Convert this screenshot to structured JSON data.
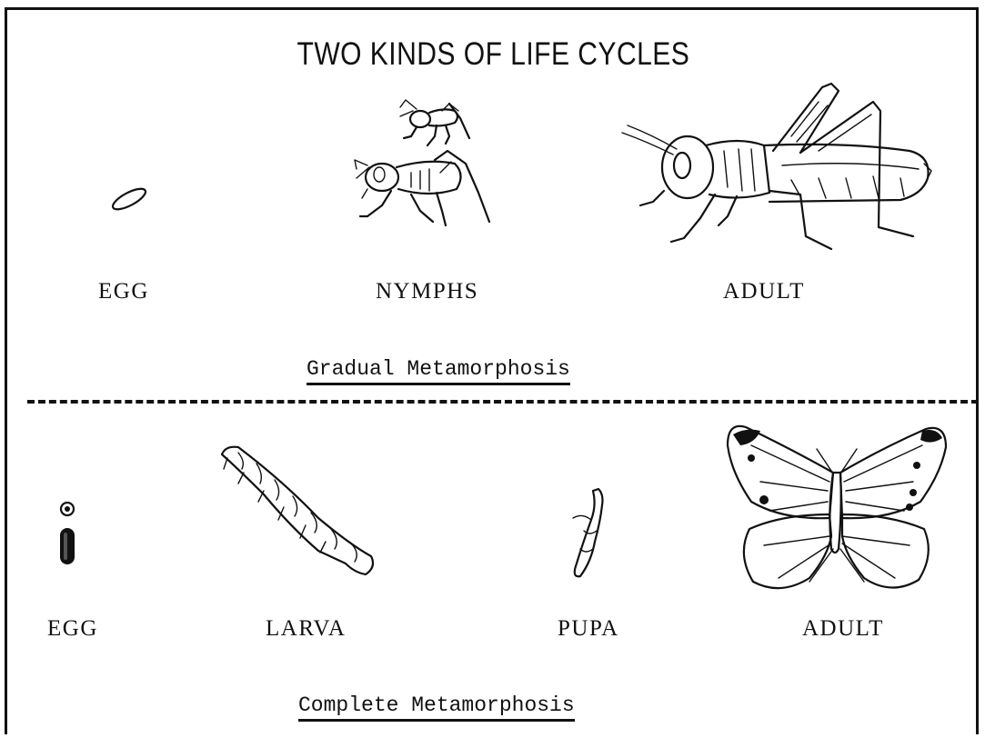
{
  "title": "TWO KINDS OF LIFE CYCLES",
  "gradual": {
    "heading": "Gradual Metamorphosis",
    "stages": [
      "EGG",
      "NYMPHS",
      "ADULT"
    ]
  },
  "complete": {
    "heading": "Complete Metamorphosis",
    "stages": [
      "EGG",
      "LARVA",
      "PUPA",
      "ADULT"
    ]
  }
}
